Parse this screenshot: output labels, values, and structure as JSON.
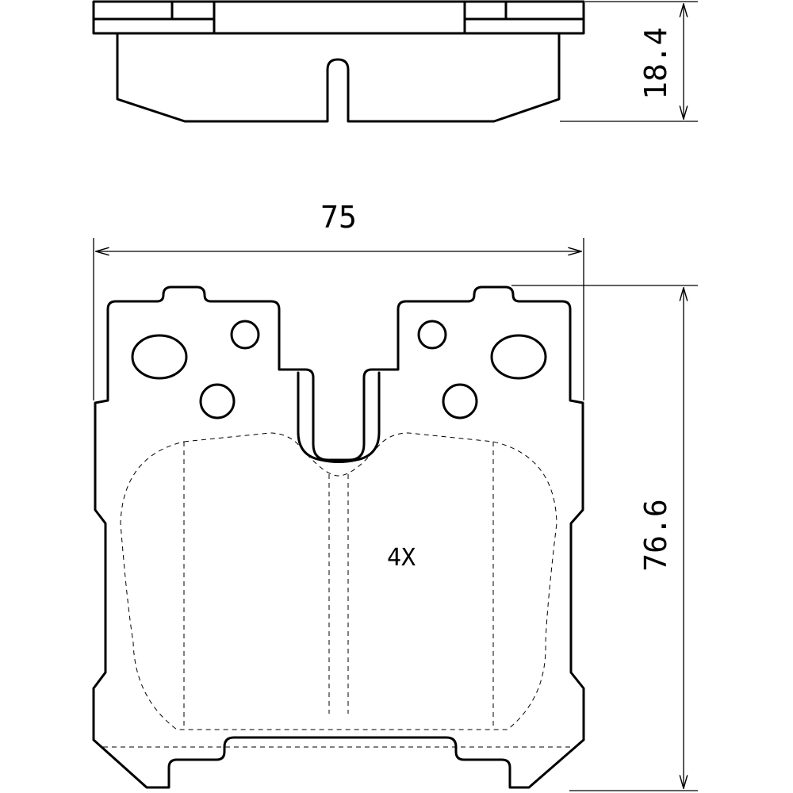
{
  "drawing": {
    "dimension_thickness": "18.4",
    "dimension_width": "75",
    "dimension_height": "76.6",
    "quantity_label": "4X"
  }
}
